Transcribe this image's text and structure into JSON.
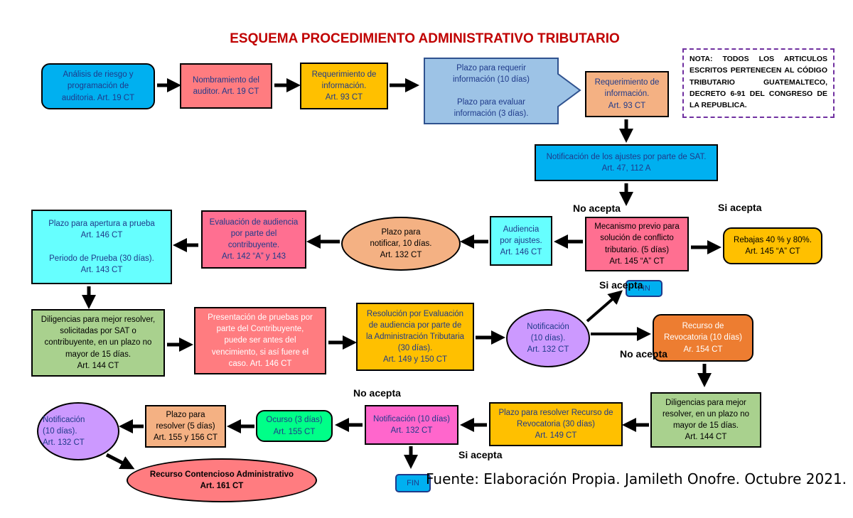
{
  "title": "ESQUEMA PROCEDIMIENTO ADMINISTRATIVO TRIBUTARIO",
  "nota": "NOTA: TODOS LOS ARTICULOS ESCRITOS PERTENECEN AL CÓDIGO TRIBUTARIO GUATEMALTECO, DECRETO 6-91 DEL CONGRESO DE LA REPUBLICA.",
  "nodes": {
    "analisis": "Análisis de riesgo y\nprogramación de\nauditoria. Art. 19 CT",
    "nombramiento": "Nombramiento del\nauditor. Art. 19 CT",
    "requerimiento1": "Requerimiento de\ninformación.\nArt. 93 CT",
    "plazo_requerir": "Plazo para requerir\ninformación (10 días)\n\nPlazo para evaluar\ninformación (3 días).",
    "requerimiento2": "Requerimiento de\ninformación.\nArt. 93 CT",
    "notificacion_ajustes": "Notificación de los ajustes por parte de SAT.\nArt. 47, 112 A",
    "mecanismo": "Mecanismo previo para\nsolución de conflicto\ntributario. (5 días)\nArt. 145 “A” CT",
    "rebajas": "Rebajas 40 % y 80%.\nArt. 145 “A” CT",
    "audiencia": "Audiencia\npor ajustes.\nArt. 146 CT",
    "plazo_notificar": "Plazo para\nnotificar, 10 días.\nArt. 132 CT",
    "evaluacion_audiencia": "Evaluación de audiencia\npor parte del\ncontribuyente.\nArt. 142 “A” y 143",
    "plazo_prueba": "Plazo para apertura a prueba\nArt. 146 CT\n\nPeriodo de Prueba (30 días).\nArt. 143 CT",
    "diligencias1": "Diligencias para mejor resolver,\nsolicitadas por SAT o\ncontribuyente, en un plazo no\nmayor de 15 días.\nArt. 144 CT",
    "presentacion": "Presentación de pruebas por\nparte del Contribuyente,\npuede ser antes del\nvencimiento, si así fuere el\ncaso. Art. 146 CT",
    "resolucion": "Resolución por Evaluación\nde audiencia por parte de\nla Administración Tributaria\n(30 días).\nArt. 149 y 150 CT",
    "notificacion1": "Notificación\n(10 días).\nArt. 132 CT",
    "recurso_revocatoria": "Recurso de\nRevocatoria (10 días)\nAr. 154 CT",
    "diligencias2": "Diligencias para mejor\nresolver, en un plazo no\nmayor de 15 días.\nArt. 144 CT",
    "plazo_resolver_recurso": "Plazo para resolver Recurso de\nRevocatoria (30 días)\nArt. 149 CT",
    "notificacion2": "Notificación (10 días)\nArt. 132 CT",
    "ocurso": "Ocurso (3 días)\nArt. 155 CT",
    "plazo_resolver5": "Plazo para\nresolver (5 días)\nArt. 155 y 156 CT",
    "notificacion3": "Notificación\n(10 días).\nArt. 132 CT",
    "recurso_contencioso": "Recurso Contencioso Administrativo\nArt. 161 CT"
  },
  "labels": {
    "no_acepta_1": "No acepta",
    "si_acepta_1": "Si acepta",
    "si_acepta_2": "Si acepta",
    "no_acepta_2": "No acepta",
    "no_acepta_3": "No acepta",
    "si_acepta_3": "Si acepta"
  },
  "fin_1": "FIN",
  "fin_2": "FIN",
  "fuente": "Fuente: Elaboración Propia. Jamileth Onofre. Octubre 2021.",
  "colors": {
    "blue": "#00b0f0",
    "salmon": "#ff7c80",
    "amber": "#ffc000",
    "lightblue": "#9dc3e6",
    "peach": "#f4b183",
    "pink": "#ff6f91",
    "cyan": "#66ffff",
    "green": "#a9d18e",
    "lavender": "#cc99ff",
    "orange": "#ed7d31",
    "magenta": "#ff66cc",
    "brightgreen": "#00ff88",
    "title_red": "#c00000"
  }
}
